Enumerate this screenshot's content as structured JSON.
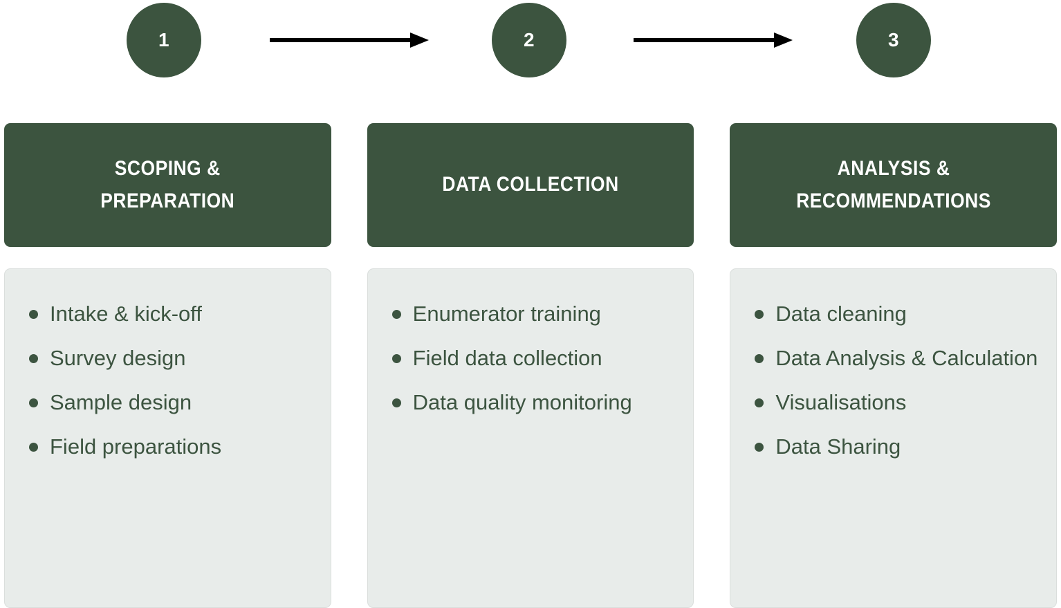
{
  "colors": {
    "brand_dark_green": "#3C543F",
    "panel_light": "#E8ECEA",
    "panel_border": "#DADEDC",
    "text_green": "#3C5440",
    "arrow_black": "#000000",
    "header_text": "#FFFFFF"
  },
  "steps": [
    {
      "number": "1"
    },
    {
      "number": "2"
    },
    {
      "number": "3"
    }
  ],
  "columns": [
    {
      "header": "SCOPING &\nPREPARATION",
      "items": [
        "Intake & kick-off",
        "Survey design",
        "Sample design",
        "Field preparations"
      ]
    },
    {
      "header": "DATA COLLECTION",
      "items": [
        "Enumerator training",
        "Field data collection",
        "Data quality monitoring"
      ]
    },
    {
      "header": "ANALYSIS &\nRECOMMENDATIONS",
      "items": [
        "Data cleaning",
        "Data Analysis & Calculation",
        "Visualisations",
        "Data Sharing"
      ]
    }
  ]
}
